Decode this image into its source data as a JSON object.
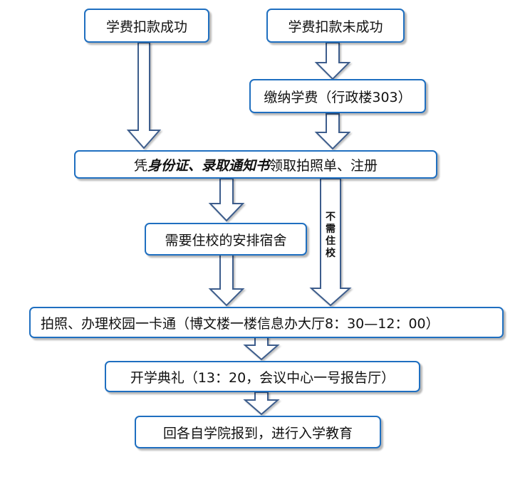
{
  "nodes": {
    "paid": "学费扣款成功",
    "unpaid": "学费扣款未成功",
    "pay_fee": "缴纳学费（行政楼303）",
    "register": {
      "prefix": "凭",
      "docs": "身份证、录取通知书",
      "suffix": "领取拍照单、注册"
    },
    "dorm": "需要住校的安排宿舍",
    "photo_card": "拍照、办理校园一卡通（博文楼一楼信息办大厅8：30—12：00）",
    "ceremony": "开学典礼（13：20，会议中心一号报告厅）",
    "report": "回各自学院报到，进行入学教育"
  },
  "edge_labels": {
    "no_boarding": "不需住校"
  },
  "colors": {
    "border": "#1f6fc0",
    "arrow_stroke": "#3c5d8c",
    "text": "#111111"
  }
}
